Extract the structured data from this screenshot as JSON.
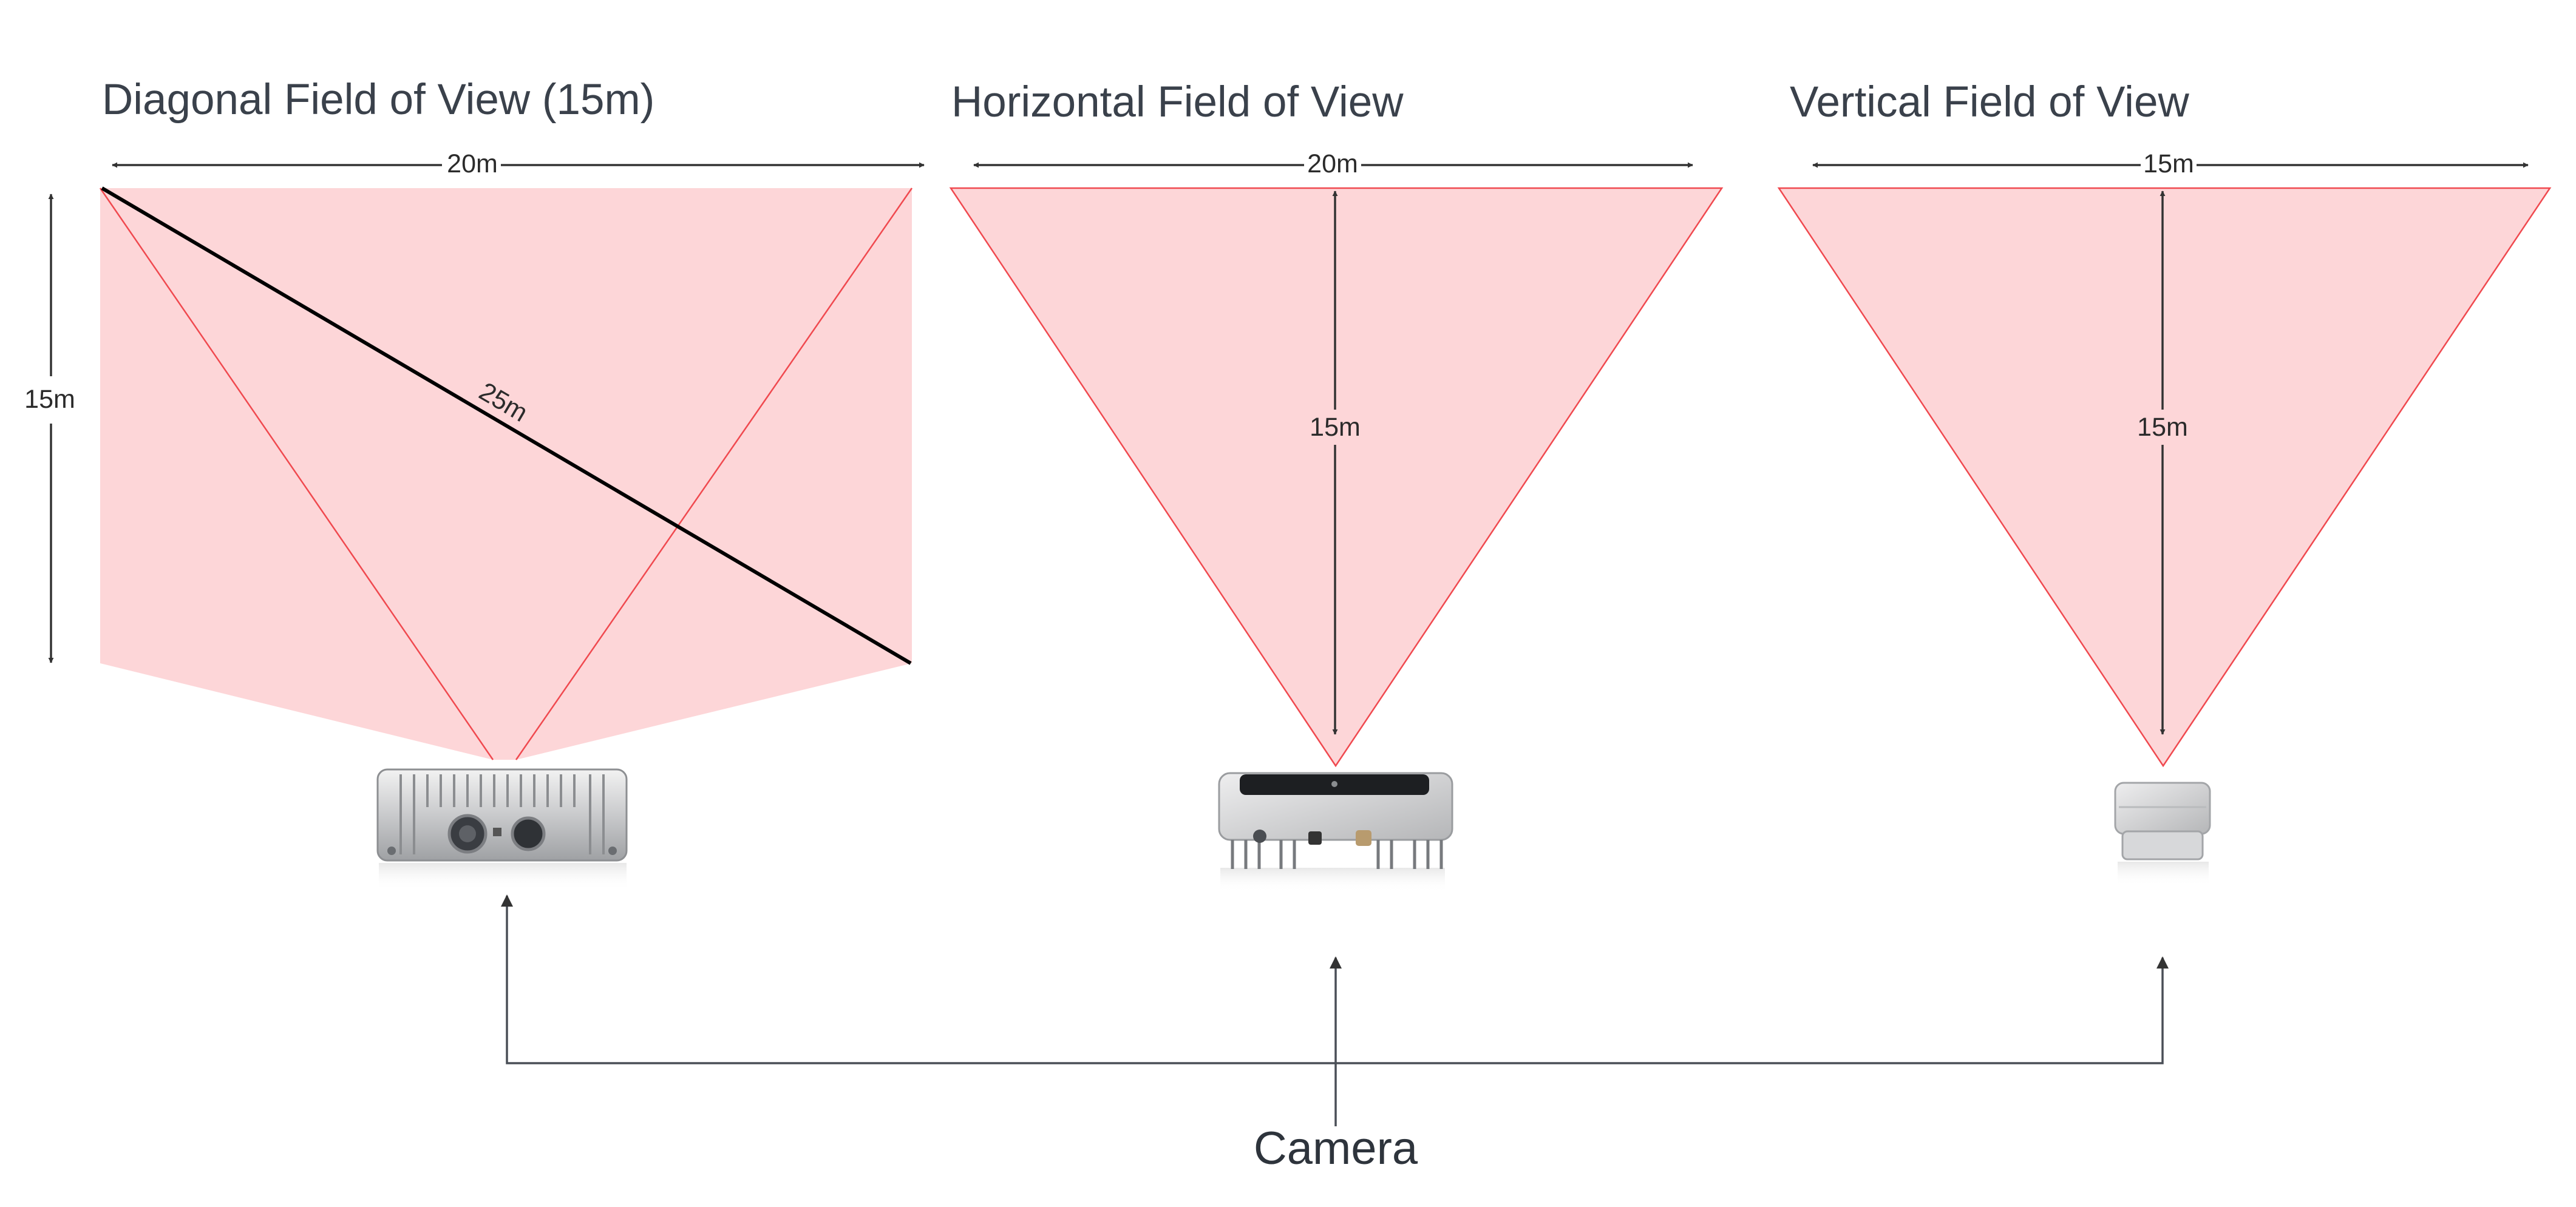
{
  "panels": {
    "diagonal": {
      "title": "Diagonal Field of View (15m)",
      "width_label": "20m",
      "height_label": "15m",
      "diagonal_label": "25m"
    },
    "horizontal": {
      "title": "Horizontal Field of View",
      "width_label": "20m",
      "depth_label": "15m"
    },
    "vertical": {
      "title": "Vertical Field of View",
      "width_label": "15m",
      "depth_label": "15m"
    }
  },
  "caption": "Camera",
  "colors": {
    "fov_fill": "#fdd6d8",
    "fov_edge": "#f0494f",
    "text": "#3a414b"
  },
  "icons": [
    "camera-device-front",
    "camera-device-top",
    "camera-device-side"
  ]
}
